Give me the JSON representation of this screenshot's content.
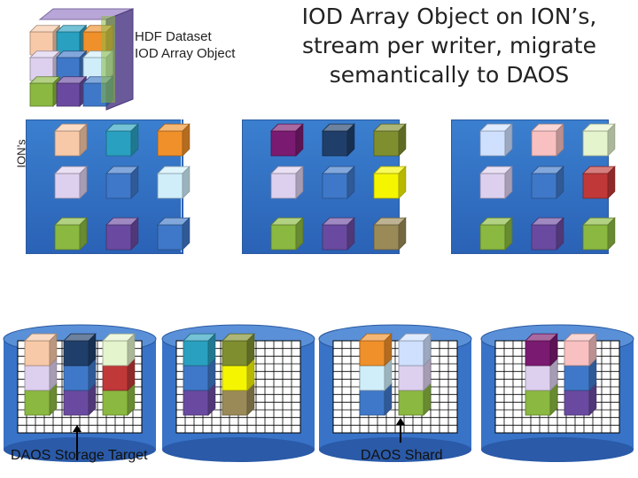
{
  "title": "IOD Array Object on ION’s, stream per writer, migrate semantically to DAOS",
  "legend": {
    "line1": "HDF Dataset",
    "line2": "IOD Array Object"
  },
  "ion_label": "ION’s",
  "labels": {
    "storage_target": "DAOS Storage Target",
    "shard": "DAOS Shard"
  },
  "colors": {
    "panel": "#2f6fc4",
    "cylinder": "#3873c8",
    "grid": "#000000"
  },
  "dataset_cube_colors": [
    [
      "#f8c9a8",
      "#2aa0c0",
      "#f0902a",
      "#dfe9ff"
    ],
    [
      "#ddd0ee",
      "#3f78c8",
      "#cfeefa",
      "#f0a0a8"
    ],
    [
      "#8ab840",
      "#6a4aa0",
      "#3f78c8",
      "#c03838"
    ]
  ],
  "ion_panels": [
    [
      [
        "#f8c9a8",
        "#2aa0c0",
        "#f0902a"
      ],
      [
        "#ddd0ee",
        "#3f78c8",
        "#cfeefa"
      ],
      [
        "#8ab840",
        "#6a4aa0",
        "#3f78c8"
      ]
    ],
    [
      [
        "#7a1a70",
        "#1f3f6a",
        "#7f8f30"
      ],
      [
        "#ddd0ee",
        "#3f78c8",
        "#f5f500"
      ],
      [
        "#8ab840",
        "#6a4aa0",
        "#9a8a58"
      ]
    ],
    [
      [
        "#cfe0ff",
        "#f8c0c0",
        "#e4f4cc"
      ],
      [
        "#ddd0ee",
        "#3f78c8",
        "#c03838"
      ],
      [
        "#8ab840",
        "#6a4aa0",
        "#8ab840"
      ]
    ]
  ],
  "storage_targets": [
    {
      "stacks": [
        [
          "#8ab840",
          "#ddd0ee",
          "#f8c9a8"
        ],
        [
          "#6a4aa0",
          "#3f78c8",
          "#1f3f6a"
        ],
        [
          "#8ab840",
          "#c03838",
          "#e4f4cc"
        ]
      ]
    },
    {
      "stacks": [
        [
          "#6a4aa0",
          "#3f78c8",
          "#2aa0c0"
        ],
        [
          "#9a8a58",
          "#f5f500",
          "#7f8f30"
        ]
      ]
    },
    {
      "stacks": [
        [
          "#3f78c8",
          "#cfeefa",
          "#f0902a"
        ],
        [
          "#8ab840",
          "#ddd0ee",
          "#cfe0ff"
        ]
      ]
    },
    {
      "stacks": [
        [
          "#8ab840",
          "#ddd0ee",
          "#7a1a70"
        ],
        [
          "#6a4aa0",
          "#3f78c8",
          "#f8c0c0"
        ]
      ]
    }
  ]
}
